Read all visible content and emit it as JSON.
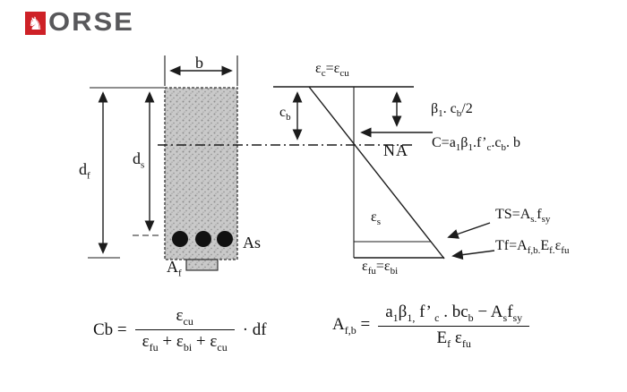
{
  "logo": {
    "icon_glyph": "♞",
    "text": "ORSE",
    "red": "#ce2127",
    "gray": "#58585b"
  },
  "colors": {
    "line": "#1c1c1c",
    "concrete_fill": "#c9c9c9",
    "concrete_dot": "#8e8e8e",
    "rebar": "#111111",
    "background": "#ffffff"
  },
  "diagram": {
    "section": {
      "width_label": "b",
      "depth_frp_label": [
        {
          "t": "d"
        },
        {
          "s": "f"
        }
      ],
      "depth_steel_label": [
        {
          "t": "d"
        },
        {
          "s": "s"
        }
      ],
      "steel_area_label": "As",
      "frp_area_label": [
        {
          "t": "A"
        },
        {
          "s": "f"
        }
      ]
    },
    "strain": {
      "top_strain_label": [
        {
          "t": "ε"
        },
        {
          "s": "c"
        },
        {
          "t": "=ε"
        },
        {
          "s": "cu"
        }
      ],
      "neutral_axis_depth_label": [
        {
          "t": "c"
        },
        {
          "s": "b"
        }
      ],
      "neutral_axis_label": "NA",
      "stress_block_depth_label": [
        {
          "t": "β"
        },
        {
          "s": "1"
        },
        {
          "t": ". c"
        },
        {
          "s": "b"
        },
        {
          "t": "/2"
        }
      ],
      "compression_force_label": [
        {
          "t": "C=a"
        },
        {
          "s": "1"
        },
        {
          "t": "β"
        },
        {
          "s": "1"
        },
        {
          "t": ".f’"
        },
        {
          "s": "c"
        },
        {
          "t": ".c"
        },
        {
          "s": "b"
        },
        {
          "t": ". b"
        }
      ],
      "steel_strain_label": [
        {
          "t": "ε"
        },
        {
          "s": "s"
        }
      ],
      "bottom_strain_label": [
        {
          "t": "ε"
        },
        {
          "s": "fu"
        },
        {
          "t": "=ε"
        },
        {
          "s": "bi"
        }
      ],
      "steel_tension_label": [
        {
          "t": "TS=A"
        },
        {
          "s": "s."
        },
        {
          "t": "f"
        },
        {
          "s": "sy"
        }
      ],
      "frp_tension_label": [
        {
          "t": "Tf=A"
        },
        {
          "s": "f,b."
        },
        {
          "t": "E"
        },
        {
          "s": "f."
        },
        {
          "t": "ε"
        },
        {
          "s": "fu"
        }
      ]
    }
  },
  "formulas": {
    "cb": {
      "lhs": [
        {
          "t": "Cb ="
        }
      ],
      "numerator": [
        {
          "t": "ε"
        },
        {
          "s": "cu"
        }
      ],
      "denominator": [
        {
          "t": "ε"
        },
        {
          "s": "fu"
        },
        {
          "t": " + ε"
        },
        {
          "s": "bi"
        },
        {
          "t": " + ε"
        },
        {
          "s": "cu"
        }
      ],
      "suffix": [
        {
          "t": "· df"
        }
      ]
    },
    "afb": {
      "lhs": [
        {
          "t": "A"
        },
        {
          "s": "f,b"
        },
        {
          "t": " ="
        }
      ],
      "numerator": [
        {
          "t": "a"
        },
        {
          "s": "1"
        },
        {
          "t": "β"
        },
        {
          "s": "1,"
        },
        {
          "t": " f’ "
        },
        {
          "s": "c"
        },
        {
          "t": " . bc"
        },
        {
          "s": "b"
        },
        {
          "t": " − A"
        },
        {
          "s": "s"
        },
        {
          "t": "f"
        },
        {
          "s": "sy"
        }
      ],
      "denominator": [
        {
          "t": "E"
        },
        {
          "s": "f"
        },
        {
          "t": " ε"
        },
        {
          "s": "fu"
        }
      ]
    }
  }
}
